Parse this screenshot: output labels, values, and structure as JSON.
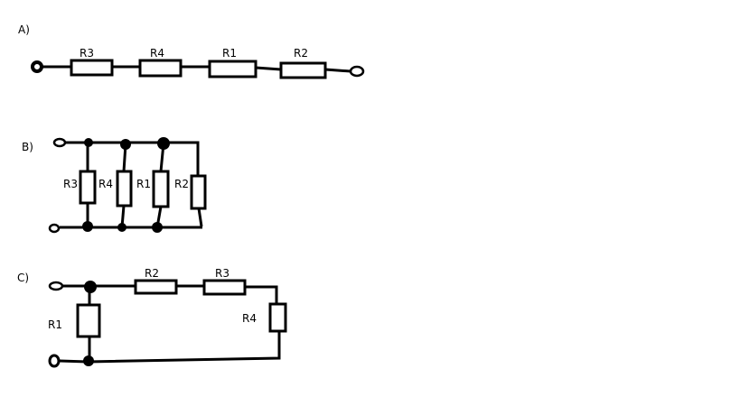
{
  "circuits": {
    "a": {
      "label": "A)",
      "resistors": [
        "R3",
        "R4",
        "R1",
        "R2"
      ]
    },
    "b": {
      "label": "B)",
      "resistors": [
        "R3",
        "R4",
        "R1",
        "R2"
      ]
    },
    "c": {
      "label": "C)",
      "resistors": [
        "R2",
        "R3",
        "R4",
        "R1"
      ]
    }
  }
}
